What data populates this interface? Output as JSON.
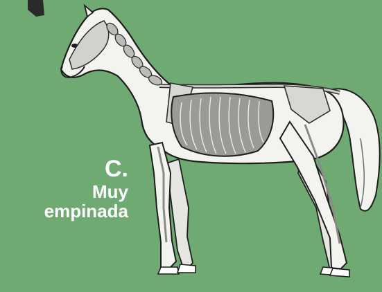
{
  "figure": {
    "label_letter": "C.",
    "label_line1": "Muy",
    "label_line2": "empinada"
  },
  "colors": {
    "background": "#6faa73",
    "horse_body": "#f3f3f0",
    "outline": "#1d1d1d",
    "bone": "#9a9a96",
    "label_text": "#ffffff"
  },
  "icons": [
    "horse-skeleton-illustration",
    "corner-mark-icon"
  ]
}
